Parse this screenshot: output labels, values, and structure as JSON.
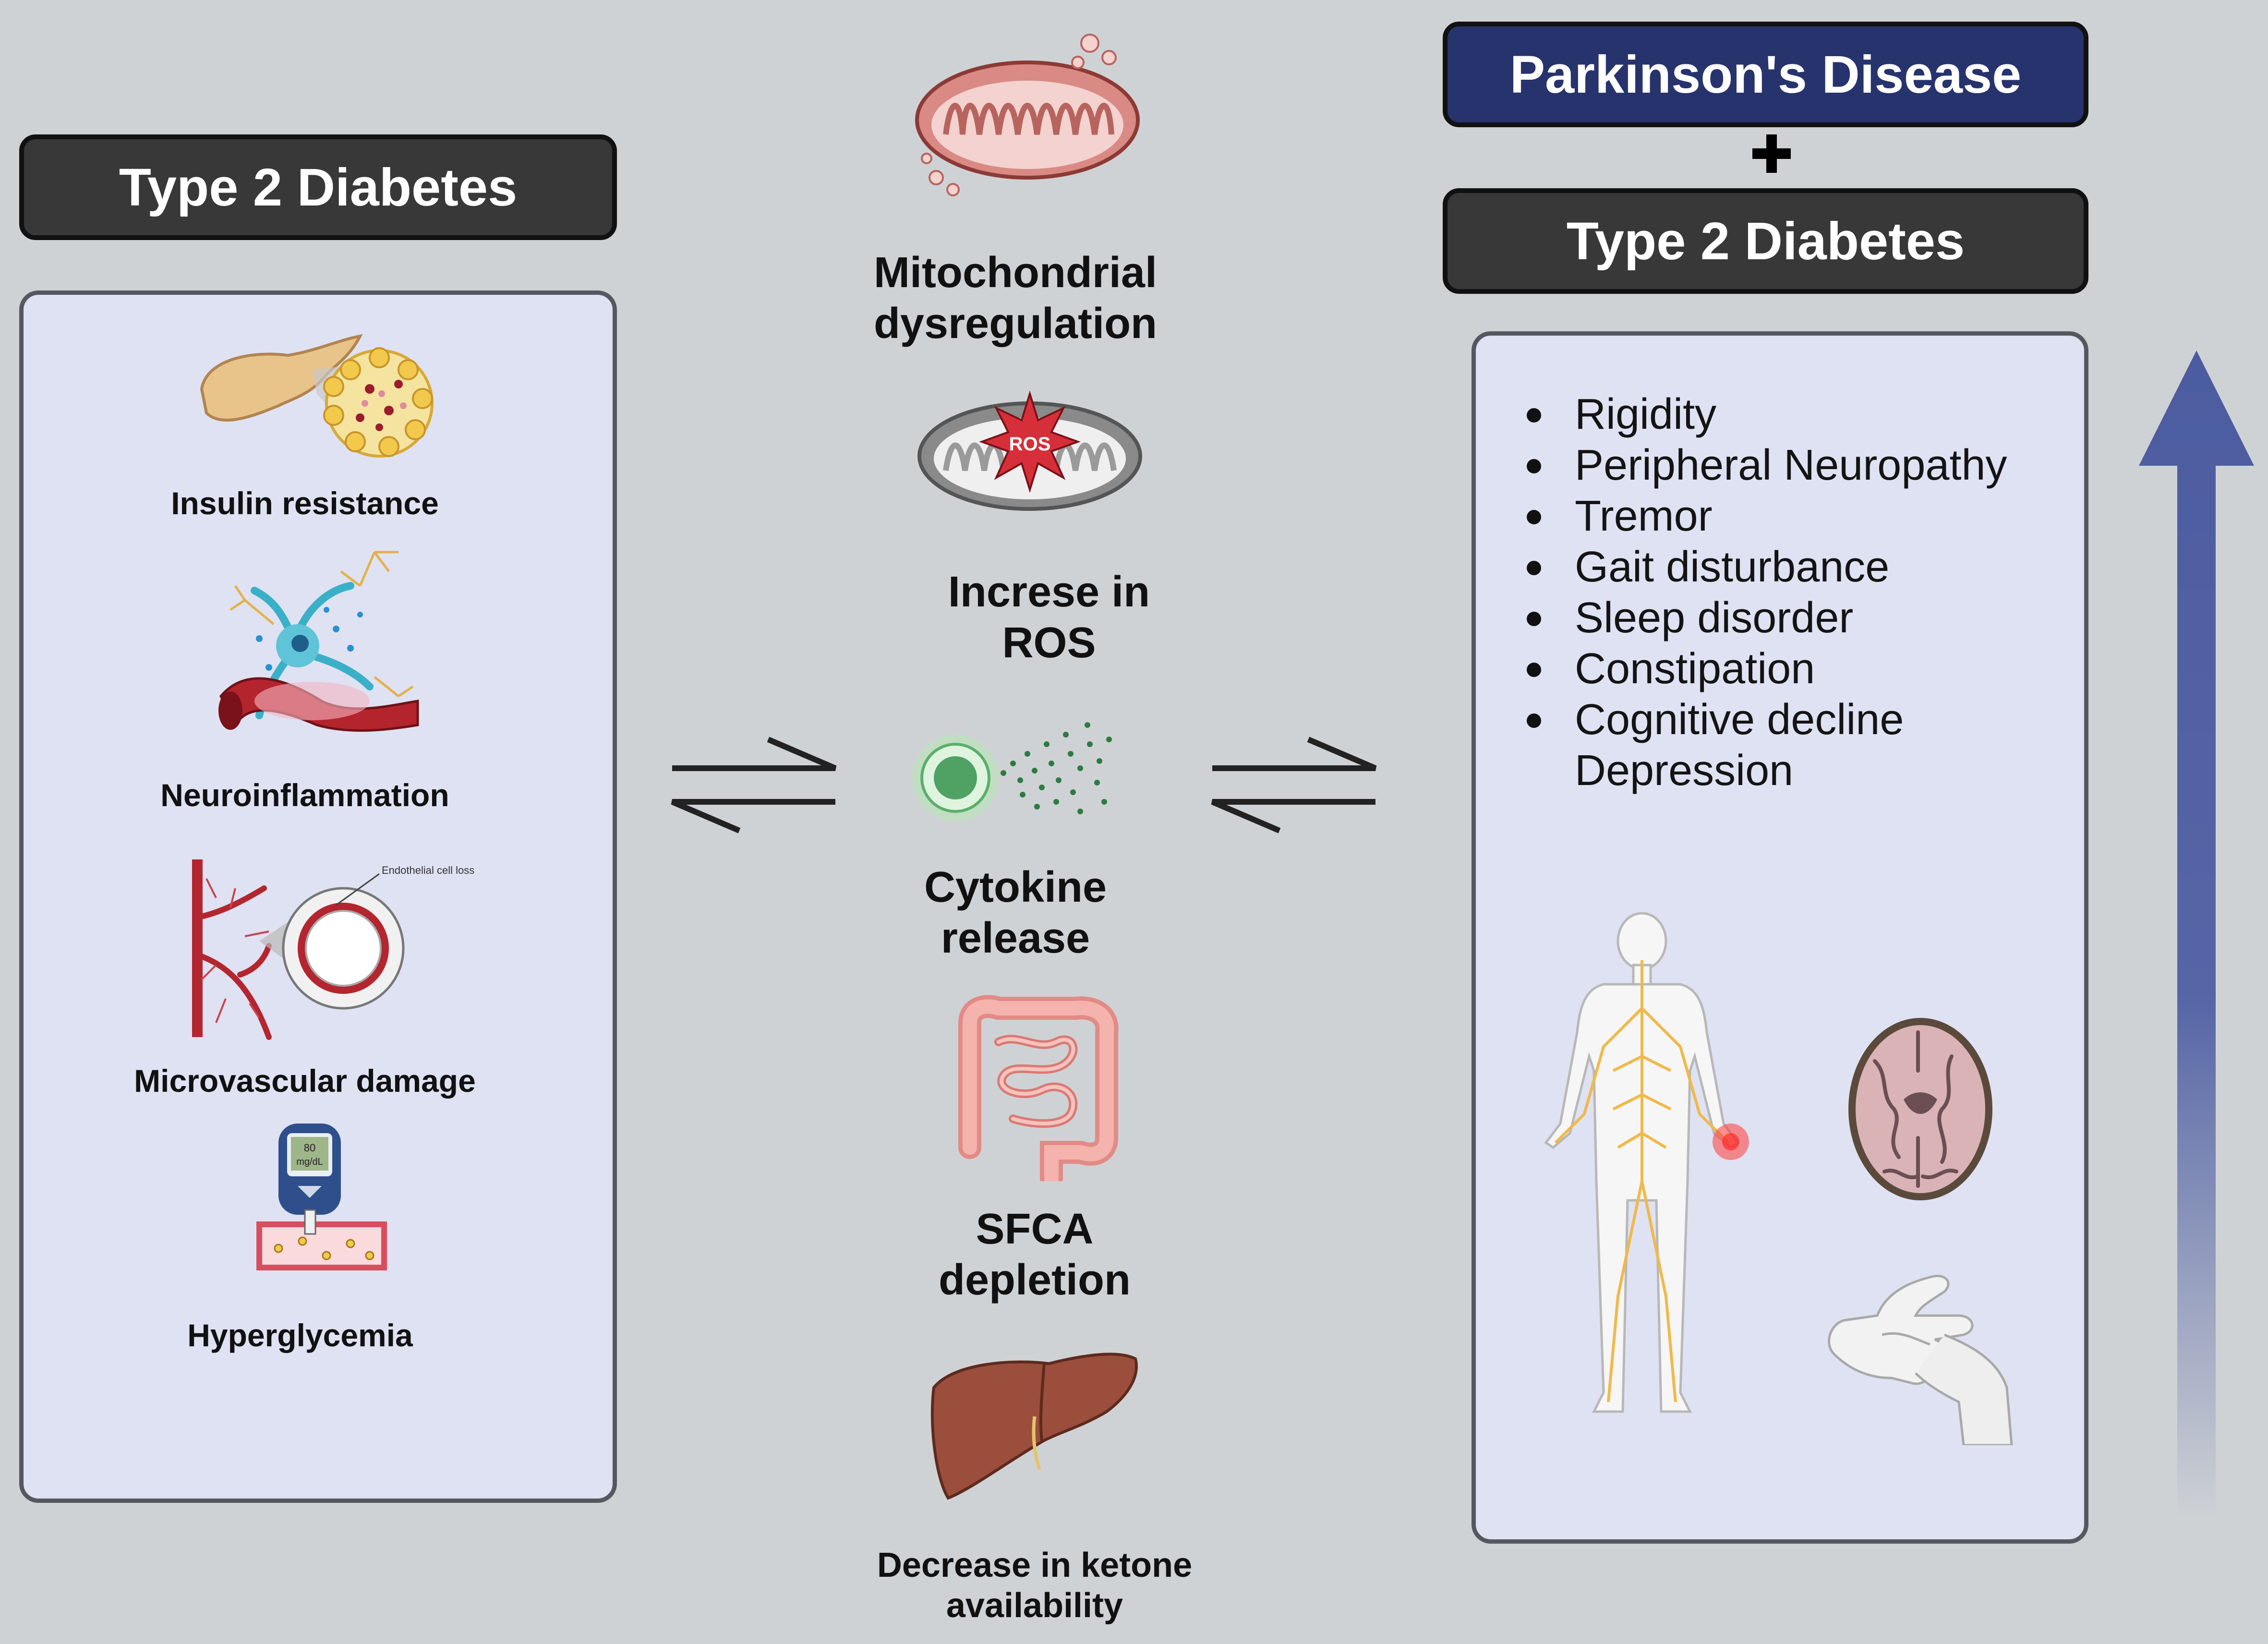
{
  "left": {
    "header": "Type 2 Diabetes",
    "items": [
      {
        "label": "Insulin resistance",
        "icon": "pancreas-islet-icon"
      },
      {
        "label": "Neuroinflammation",
        "icon": "neuron-vessel-icon"
      },
      {
        "label": "Microvascular damage",
        "icon": "blood-vessel-icon",
        "callout": "Endothelial cell loss"
      },
      {
        "label": "Hyperglycemia",
        "icon": "glucose-meter-icon",
        "meter_value": "80",
        "meter_unit": "mg/dL"
      }
    ]
  },
  "middle": {
    "items": [
      {
        "line1": "Mitochondrial",
        "line2": "dysregulation",
        "icon": "mitochondria-icon"
      },
      {
        "line1": "Increse in",
        "line2": "ROS",
        "icon": "ros-mitochondria-icon",
        "badge": "ROS"
      },
      {
        "line1": "Cytokine",
        "line2": "release",
        "icon": "cytokine-cell-icon"
      },
      {
        "line1": "SFCA",
        "line2": "depletion",
        "icon": "intestine-icon"
      },
      {
        "line1": "Decrease in ketone",
        "line2": "availability",
        "icon": "liver-icon"
      }
    ]
  },
  "right": {
    "header_top": "Parkinson's Disease",
    "header_bottom": "Type 2 Diabetes",
    "symptoms": [
      "Rigidity",
      "Peripheral Neuropathy",
      "Tremor",
      "Gait disturbance",
      "Sleep disorder",
      "Constipation",
      "Cognitive decline"
    ],
    "symptom_unbulleted": "Depression"
  },
  "colors": {
    "background": "#cfd2d5",
    "panel": "#dfe2f2",
    "header_dark": "#383838",
    "header_blue": "#27336d",
    "arrow": "#4c5ca0"
  }
}
